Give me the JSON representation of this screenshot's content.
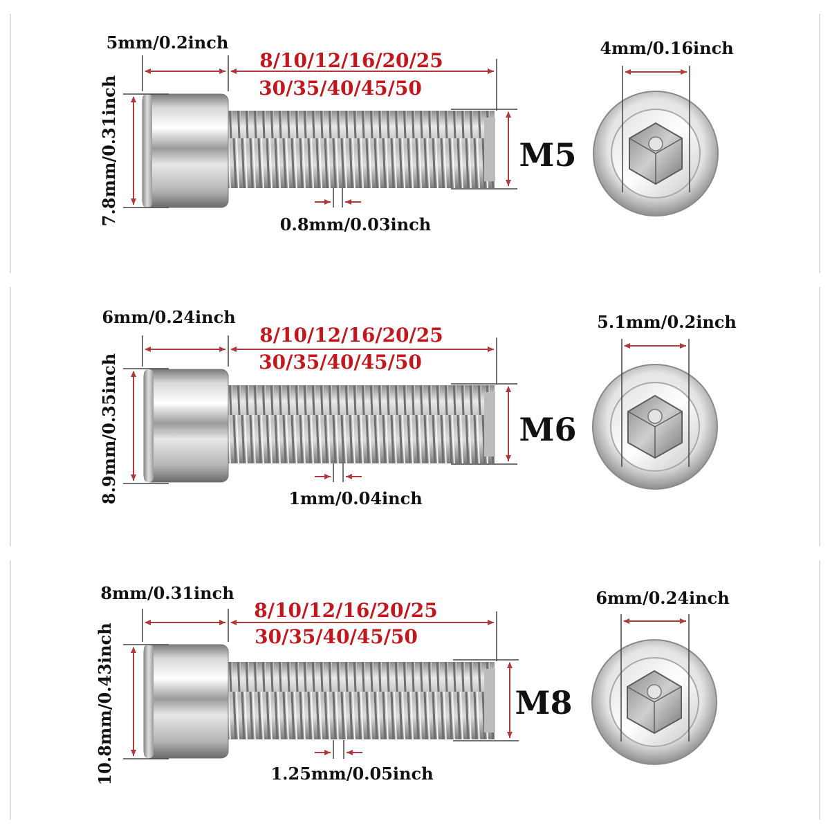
{
  "panels": [
    {
      "size": "M5",
      "head_width": "5mm/0.2inch",
      "head_height": "7.8mm/0.31inch",
      "lengths_line1": "8/10/12/16/20/25",
      "lengths_line2": "30/35/40/45/50",
      "thread_pitch": "0.8mm/0.03inch",
      "hex_width": "4mm/0.16inch"
    },
    {
      "size": "M6",
      "head_width": "6mm/0.24inch",
      "head_height": "8.9mm/0.35inch",
      "lengths_line1": "8/10/12/16/20/25",
      "lengths_line2": "30/35/40/45/50",
      "thread_pitch": "1mm/0.04inch",
      "hex_width": "5.1mm/0.2inch"
    },
    {
      "size": "M8",
      "head_width": "8mm/0.31inch",
      "head_height": "10.8mm/0.43inch",
      "lengths_line1": "8/10/12/16/20/25",
      "lengths_line2": "30/35/40/45/50",
      "thread_pitch": "1.25mm/0.05inch",
      "hex_width": "6mm/0.24inch"
    }
  ],
  "colors": {
    "dimension_red": "#c0181e",
    "dimension_line": "#b03a3a",
    "label_black": "#111111",
    "steel_light": "#f2f2f2",
    "steel_dark": "#6e6e6e"
  },
  "icons": [
    "socket-head-cap-screw-side-view",
    "hex-socket-top-view"
  ]
}
